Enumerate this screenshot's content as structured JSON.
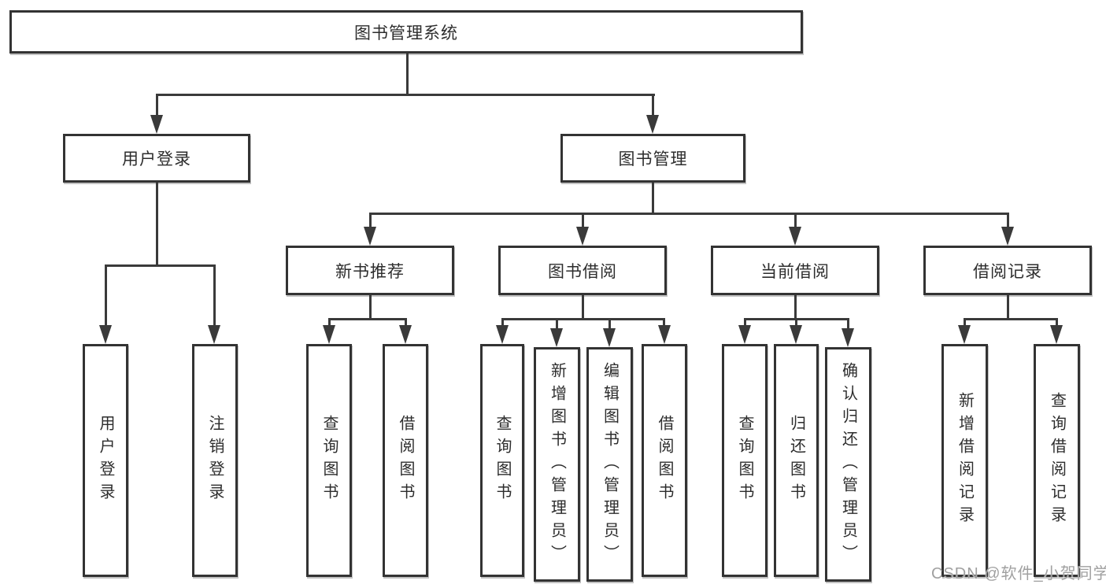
{
  "diagram": {
    "type": "tree",
    "root": {
      "label": "图书管理系统"
    },
    "level2": [
      {
        "label": "用户登录",
        "children": [
          {
            "label": "用户登录"
          },
          {
            "label": "注销登录"
          }
        ]
      },
      {
        "label": "图书管理",
        "children": [
          {
            "label": "新书推荐",
            "children": [
              {
                "label": "查询图书"
              },
              {
                "label": "借阅图书"
              }
            ]
          },
          {
            "label": "图书借阅",
            "children": [
              {
                "label": "查询图书"
              },
              {
                "label": "新增图书（管理员）"
              },
              {
                "label": "编辑图书（管理员）"
              },
              {
                "label": "借阅图书"
              }
            ]
          },
          {
            "label": "当前借阅",
            "children": [
              {
                "label": "查询图书"
              },
              {
                "label": "归还图书"
              },
              {
                "label": "确认归还（管理员）"
              }
            ]
          },
          {
            "label": "借阅记录",
            "children": [
              {
                "label": "新增借阅记录"
              },
              {
                "label": "查询借阅记录"
              }
            ]
          }
        ]
      }
    ]
  },
  "watermark": {
    "text": "CSDN @软件_小贺同学"
  },
  "colors": {
    "line": "#3a3a3a",
    "border": "#333333",
    "text": "#2d2d2d",
    "watermark": "#a0a0a0",
    "background": "#ffffff"
  }
}
